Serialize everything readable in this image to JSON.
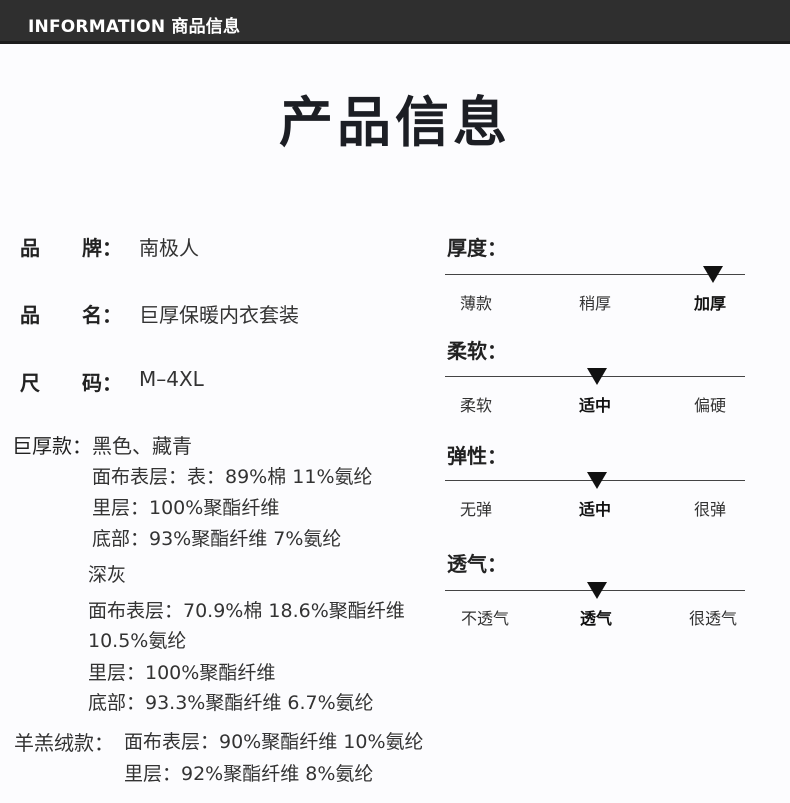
{
  "header": {
    "title": "INFORMATION 商品信息"
  },
  "main_title": "产品信息",
  "specs": [
    {
      "label_a": "品",
      "label_b": "牌：",
      "value": "南极人"
    },
    {
      "label_a": "品",
      "label_b": "名：",
      "value": "巨厚保暖内衣套装"
    },
    {
      "label_a": "尺",
      "label_b": "码：",
      "value": "M–4XL"
    }
  ],
  "thick_style": {
    "label": "巨厚款：",
    "colors_a": "黑色、藏青",
    "a_lines": [
      "面布表层：表：89%棉 11%氨纶",
      "里层：100%聚酯纤维",
      "底部：93%聚酯纤维 7%氨纶"
    ],
    "colors_b": "深灰",
    "b_lines": [
      "面布表层：70.9%棉 18.6%聚酯纤维",
      "10.5%氨纶",
      "里层：100%聚酯纤维",
      "底部：93.3%聚酯纤维 6.7%氨纶"
    ]
  },
  "lamb_style": {
    "label": "羊羔绒款：",
    "lines": [
      "面布表层：90%聚酯纤维 10%氨纶",
      "里层：92%聚酯纤维 8%氨纶"
    ]
  },
  "scales": [
    {
      "title": "厚度：",
      "options": [
        "薄款",
        "稍厚",
        "加厚"
      ],
      "selected": 2
    },
    {
      "title": "柔软：",
      "options": [
        "柔软",
        "适中",
        "偏硬"
      ],
      "selected": 1
    },
    {
      "title": "弹性：",
      "options": [
        "无弹",
        "适中",
        "很弹"
      ],
      "selected": 1
    },
    {
      "title": "透气：",
      "options": [
        "不透气",
        "透气",
        "很透气"
      ],
      "selected": 1
    }
  ],
  "colors": {
    "topbar": "#2f2f2f",
    "text": "#222222",
    "marker": "#111111"
  }
}
